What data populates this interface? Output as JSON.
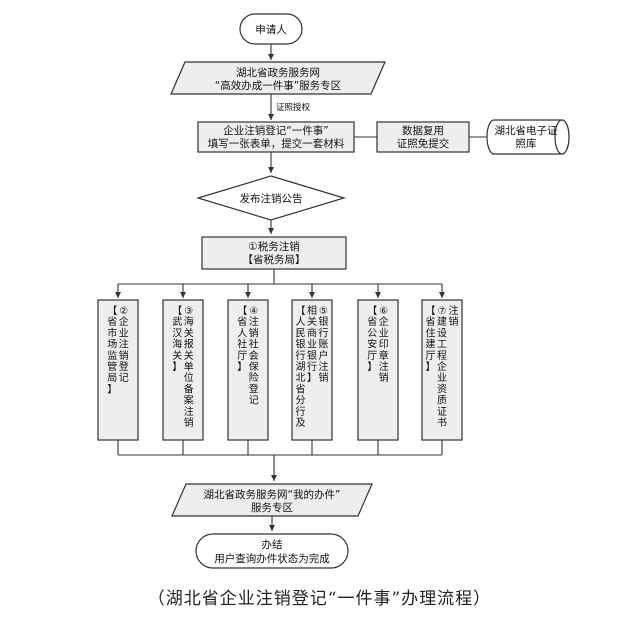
{
  "diagram": {
    "start": "申请人",
    "portal": [
      "湖北省政务服务网",
      "“高效办成一件事”服务专区"
    ],
    "auth_label": "证照授权",
    "register": [
      "企业注销登记“一件事”",
      "填写一张表单，提交一套材料"
    ],
    "reuse": [
      "数据复用",
      "证照免提交"
    ],
    "library": [
      "湖北省电子证",
      "照库"
    ],
    "decision": "发布注销公告",
    "tax": [
      "①税务注销",
      "【省税务局】"
    ],
    "branches": [
      {
        "num": "②",
        "text": "企业注销登记",
        "agency": "【省市场监管局】"
      },
      {
        "num": "③",
        "text": "海关报关单位备案注销",
        "agency": "【武汉海关】"
      },
      {
        "num": "④",
        "text": "注销社会保险登记",
        "agency": "【省人社厅】"
      },
      {
        "num": "⑤",
        "text": "银行账户注销",
        "agency": "【人民银行湖北省分行及相关商业银行】"
      },
      {
        "num": "⑥",
        "text": "企业印章注销",
        "agency": "【省公安厅】"
      },
      {
        "num": "⑦",
        "text": "建设工程企业资质证书注销",
        "agency": "【省住建厅】"
      }
    ],
    "my_service": [
      "湖北省政务服务网“我的办件”",
      "服务专区"
    ],
    "end": [
      "办结",
      "用户查询办件状态为完成"
    ]
  },
  "caption": "（湖北省企业注销登记“一件事”办理流程）"
}
